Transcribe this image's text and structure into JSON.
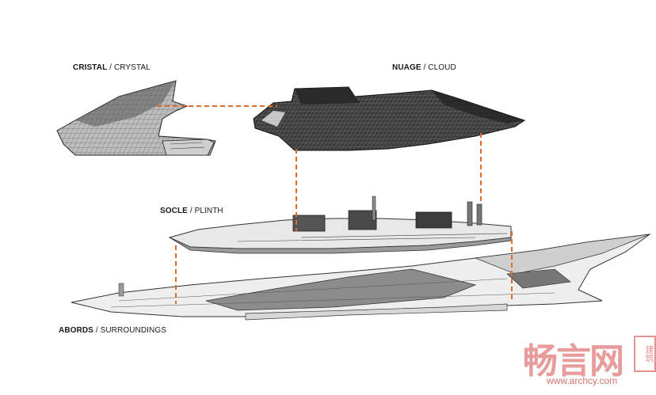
{
  "layers": [
    {
      "fr": "CRISTAL",
      "en": "CRYSTAL"
    },
    {
      "fr": "NUAGE",
      "en": "CLOUD"
    },
    {
      "fr": "SOCLE",
      "en": "PLINTH"
    },
    {
      "fr": "ABORDS",
      "en": "SURROUNDINGS"
    }
  ],
  "separator": " / ",
  "watermark": {
    "text": "畅言网",
    "seal": "建筑",
    "url": "www.archcy.com"
  },
  "colors": {
    "connector": "#e06a2a",
    "dark": "#2a2a2a",
    "mid": "#8a8a8a",
    "light": "#e4e4e4",
    "line": "#3a3a3a"
  }
}
